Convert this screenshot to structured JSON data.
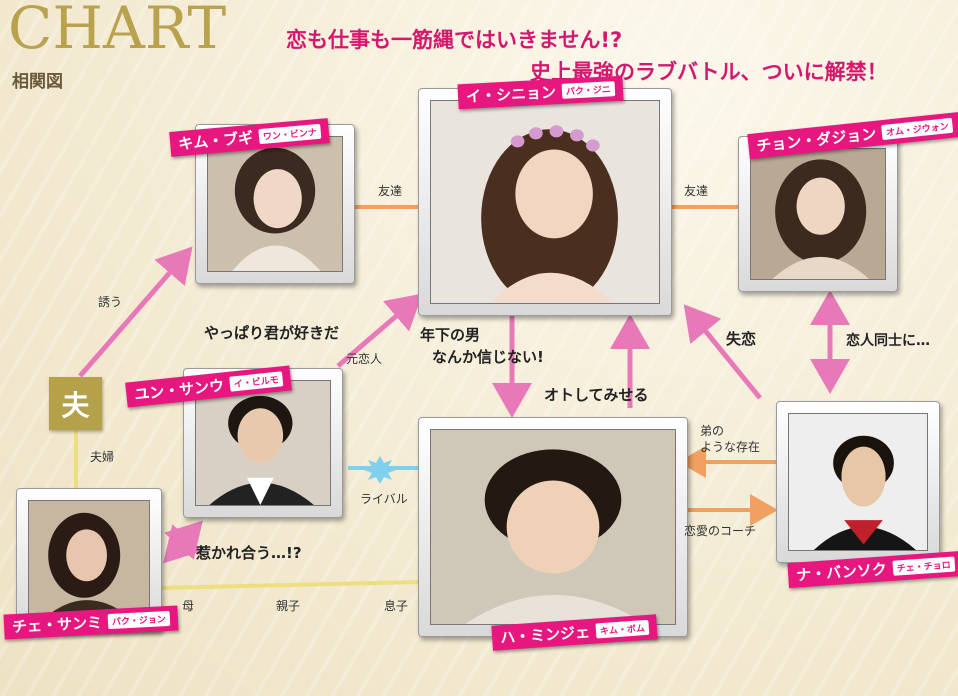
{
  "header": {
    "title": "CHART",
    "subtitle": "相関図",
    "tagline_1": "恋も仕事も一筋縄ではいきません!?",
    "tagline_2": "史上最強のラブバトル、ついに解禁！"
  },
  "colors": {
    "pink": "#e6187f",
    "orange": "#f0a060",
    "yellow": "#ecdf80",
    "gold": "#b5a14a",
    "light_blue": "#7fd0ee"
  },
  "characters": {
    "ishinyon": {
      "name": "イ・シニョン",
      "actor": "パク・ジニ"
    },
    "kimbugi": {
      "name": "キム・ブギ",
      "actor": "ワン・ビンナ"
    },
    "chondajon": {
      "name": "チョン・ダジョン",
      "actor": "オム・ジウォン"
    },
    "yunsanu": {
      "name": "ユン・サンウ",
      "actor": "イ・ビルモ"
    },
    "haminje": {
      "name": "ハ・ミンジェ",
      "actor": "キム・ボム"
    },
    "nabansoku": {
      "name": "ナ・バンソク",
      "actor": "チェ・チョロ"
    },
    "chesanmi": {
      "name": "チェ・サンミ",
      "actor": "パク・ジョン"
    }
  },
  "husband_badge": "夫",
  "relations": {
    "friend_left": "友達",
    "friend_right": "友達",
    "invite": "誘う",
    "ex_lover": "元恋人",
    "couple": "夫婦",
    "rival": "ライバル",
    "mother": "母",
    "parent_child": "親子",
    "son": "息子",
    "heartbreak": "失恋",
    "lovers": "恋人同士に…",
    "brother_like_1": "弟の",
    "brother_like_2": "ような存在",
    "love_coach": "恋愛のコーチ"
  },
  "quotes": {
    "still_love": "やっぱり君が好きだ",
    "younger_1": "年下の男",
    "younger_2": "なんか信じない!",
    "seduce": "オトしてみせる",
    "attracted": "惹かれ合う…!?"
  }
}
